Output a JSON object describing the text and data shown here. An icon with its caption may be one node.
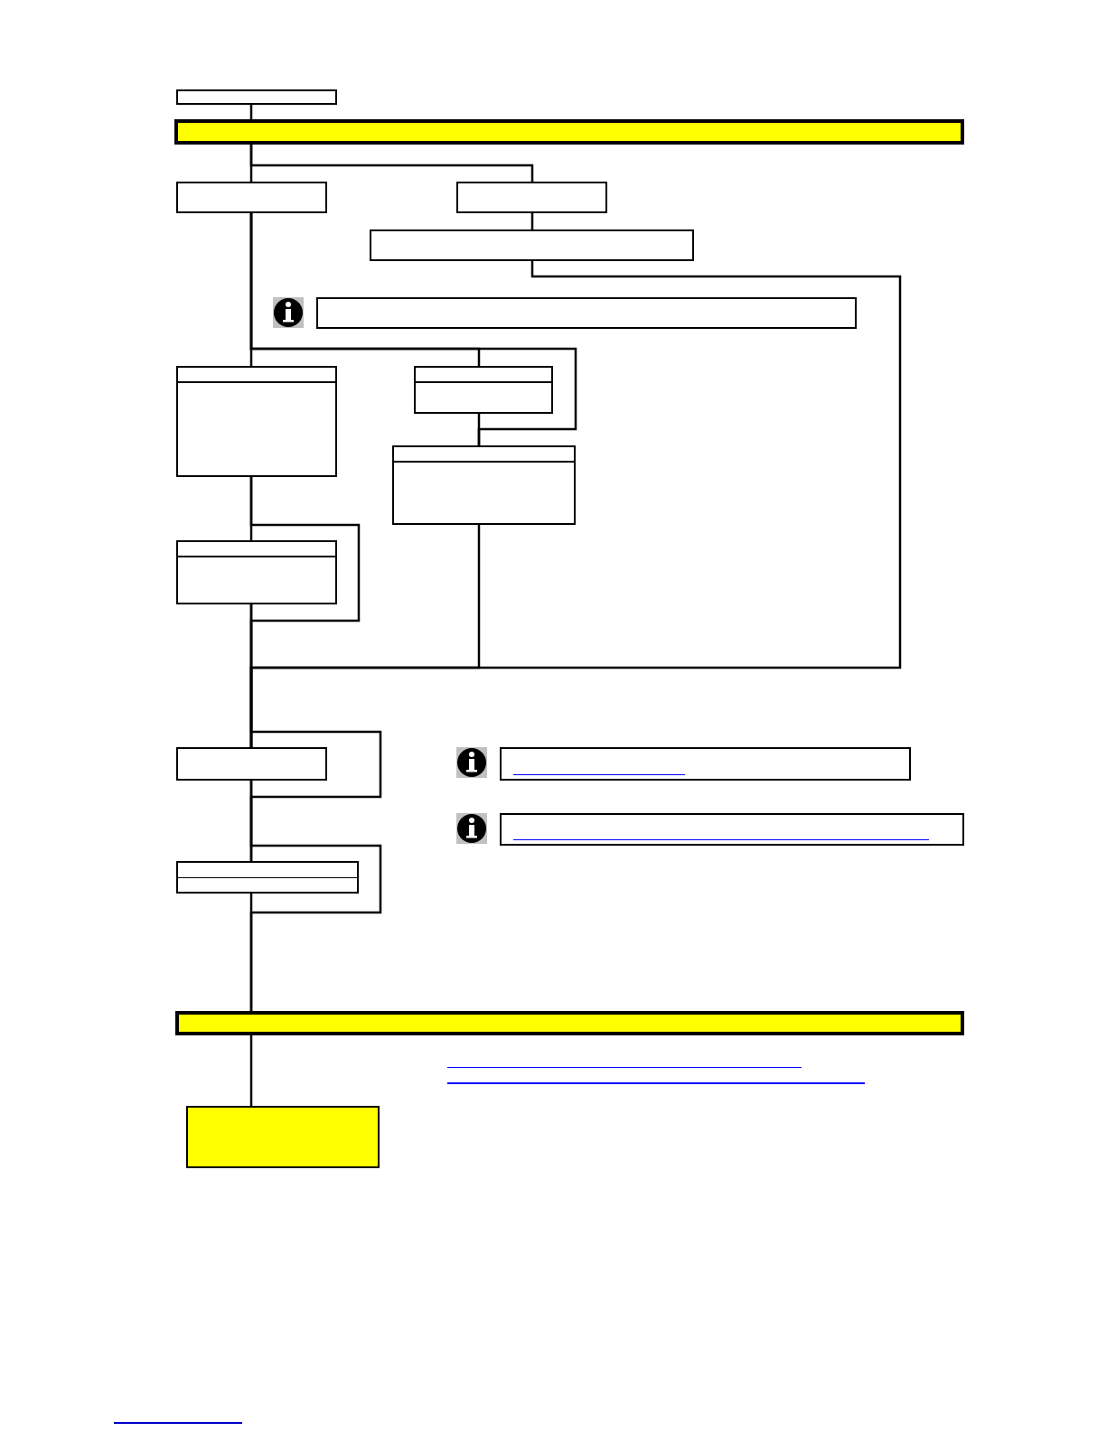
{
  "diagram": {
    "nodes": [
      {
        "text": [],
        "shape": "box"
      },
      {
        "text": [],
        "shape": "bar"
      },
      {
        "text": [],
        "shape": "box"
      },
      {
        "text": [],
        "shape": "box"
      },
      {
        "text": [],
        "shape": "box"
      },
      {
        "text": [],
        "shape": "box"
      },
      {
        "text": [],
        "shape": "box"
      },
      {
        "text": [],
        "shape": "box"
      },
      {
        "text": [],
        "shape": "box"
      },
      {
        "text": [],
        "shape": "box"
      },
      {
        "text": [],
        "shape": "box"
      },
      {
        "text": [],
        "shape": "box"
      },
      {
        "text": [],
        "shape": "box"
      },
      {
        "text": [],
        "shape": "box"
      },
      {
        "text": [],
        "shape": "bar"
      },
      {
        "text": [],
        "shape": "box"
      }
    ],
    "edges": [
      {
        "from": 0,
        "to": 1,
        "arrow": "none"
      },
      {
        "from": 1,
        "to": 2,
        "arrow": "none"
      },
      {
        "from": 1,
        "to": 3,
        "arrow": "none"
      },
      {
        "from": 3,
        "to": 4,
        "arrow": "none"
      },
      {
        "from": 2,
        "to": 6,
        "arrow": "none"
      },
      {
        "from": 2,
        "to": 7,
        "arrow": "none"
      },
      {
        "from": 2,
        "to": 8,
        "arrow": "none"
      },
      {
        "from": 7,
        "to": 8,
        "arrow": "none"
      },
      {
        "from": 6,
        "to": 9,
        "arrow": "none"
      },
      {
        "from": 6,
        "to": 10,
        "arrow": "none"
      },
      {
        "from": 9,
        "to": 10,
        "arrow": "none"
      },
      {
        "from": 8,
        "to": 10,
        "arrow": "none"
      },
      {
        "from": 4,
        "to": 10,
        "arrow": "none"
      },
      {
        "from": 10,
        "to": 13,
        "arrow": "none"
      },
      {
        "from": 9,
        "to": 13,
        "arrow": "none"
      },
      {
        "from": 13,
        "to": 14,
        "arrow": "none"
      },
      {
        "from": 10,
        "to": 14,
        "arrow": "none"
      },
      {
        "from": 14,
        "to": 15,
        "arrow": "none"
      }
    ]
  }
}
